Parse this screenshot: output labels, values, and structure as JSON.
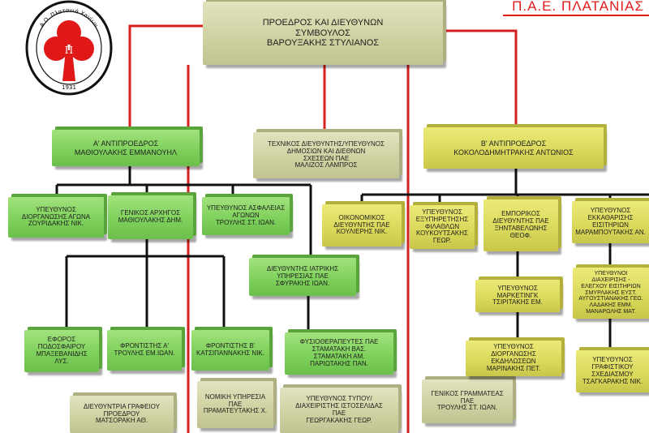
{
  "brand": {
    "title": "Π.Α.Ε. ΠΛΑΤΑΝΙΑΣ",
    "logo_arc_text": "Α.Ο. Πλατανιά Χανίων",
    "logo_year": "1931"
  },
  "colors": {
    "connector_red": "#d42020",
    "connector_black": "#111111",
    "green_box": "#7ccf5a",
    "olive_box": "#d9d85a",
    "khaki_box": "#cfd0a0",
    "brand_red": "#e41b1b"
  },
  "nodes": {
    "president": "ΠΡΟΕΔΡΟΣ ΚΑΙ ΔΙΕΥΘΥΝΩΝ\nΣΥΜΒΟΥΛΟΣ\nΒΑΡΟΥΞΑΚΗΣ ΣΤΥΛΙΑΝΟΣ",
    "vp_a": "Α' ΑΝΤΙΠΡΟΕΔΡΟΣ\nΜΑΘΙΟΥΛΑΚΗΣ ΕΜΜΑΝΟΥΗΛ",
    "technical_director": "ΤΕΧΝΙΚΟΣ ΔΙΕΥΘΥΝΤΗΣ/ΥΠΕΥΘΥΝΟΣ\nΔΗΜΟΣΙΩΝ ΚΑΙ ΔΙΕΘΝΩΝ\nΣΧΕΣΕΩΝ ΠΑΕ\nΜΑΛΙΖΟΣ ΛΑΜΠΡΟΣ",
    "vp_b": "Β' ΑΝΤΙΠΡΟΕΔΡΟΣ\nΚΟΚΟΛΟΔΗΜΗΤΡΑΚΗΣ ΑΝΤΩΝΙΟΣ",
    "match_org": "ΥΠΕΥΘΥΝΟΣ\nΔΙΟΡΓΑΝΩΣΗΣ ΑΓΩΝΑ\nΖΟΥΡΙΔΑΚΗΣ ΝΙΚ.",
    "general_captain": "ΓΕΝΙΚΟΣ ΑΡΧΗΓΟΣ\nΜΑΘΙΟΥΛΑΚΗΣ ΔΗΜ.",
    "match_security": "ΥΠΕΥΘΥΝΟΣ ΑΣΦΑΛΕΙΑΣ\nΑΓΩΝΩΝ\nΤΡΟΥΛΗΣ ΣΤ. ΙΩΑΝ.",
    "medical_director": "ΔΙΕΥΘΥΝΤΗΣ ΙΑΤΡΙΚΗΣ\nΥΠΗΡΕΣΙΑΣ ΠΑΕ\nΣΦΥΡΑΚΗΣ ΙΩΑΝ.",
    "football_ephor": "ΕΦΟΡΟΣ\nΠΟΔΟΣΦΑΙΡΟΥ\nΜΠΑΞΕΒΑΝΙΔΗΣ\nΛΥΣ.",
    "caretaker_a": "ΦΡΟΝΤΙΣΤΗΣ Α'\nΤΡΟΥΛΗΣ ΕΜ.ΙΩΑΝ.",
    "caretaker_b": "ΦΡΟΝΤΙΣΤΗΣ Β'\nΚΑΤΣΙΠΑΝΝΑΚΗΣ ΝΙΚ.",
    "physio": "ΦΥΣΙΟΘΕΡΑΠΕΥΤΕΣ ΠΑΕ\nΣΤΑΜΑΤΑΚΗ ΒΑΣ.\nΣΤΑΜΑΤΑΚΗ ΑΜ.\nΠΑΡΙΩΤΑΚΗΣ ΠΑΝ.",
    "office_director": "ΔΙΕΥΘΥΝΤΡΙΑ ΓΡΑΦΕΙΟΥ\nΠΡΟΕΔΡΟΥ\nΜΑΤΣΟΡΑΚΗ ΑΘ.",
    "legal": "ΝΟΜΙΚΗ ΥΠΗΡΕΣΙΑ\nΠΑΕ\nΠΡΑΜΑΤΕΥΤΑΚΗΣ Χ.",
    "press": "ΥΠΕΥΘΥΝΟΣ ΤΥΠΟΥ/\nΔΙΑΧΕΙΡΙΣΤΗΣ ΙΣΤΟΣΕΛΙΔΑΣ\nΠΑΕ\nΓΕΩΡΓΑΚΑΚΗΣ ΓΕΩΡ.",
    "general_secretary": "ΓΕΝΙΚΟΣ ΓΡΑΜΜΑΤΕΑΣ\nΠΑΕ\nΤΡΟΥΛΗΣ ΣΤ. ΙΩΑΝ.",
    "finance": "ΟΙΚΟΝΟΜΙΚΟΣ\nΔΙΕΥΘΥΝΤΗΣ ΠΑΕ\nΚΟΥΛΙΕΡΗΣ ΝΙΚ.",
    "fan_service": "ΥΠΕΥΘΥΝΟΣ\nΕΞΥΠΗΡΕΤΗΣΗΣ\nΦΙΛΑΘΛΩΝ\nΚΟΥΚΟΥΤΣΑΚΗΣ\nΓΕΩΡ.",
    "commercial": "ΕΜΠΟΡΙΚΟΣ\nΔΙΕΥΘΥΝΤΗΣ ΠΑΕ\nΞΗΝΤΑΒΕΛΩΝΗΣ\nΘΕΟΦ.",
    "ticket_clearing": "ΥΠΕΥΘΥΝΟΣ\nΕΚΚΑΘΑΡΙΣΗΣ\nΕΙΣΙΤΗΡΙΩΝ\nΜΑΡΑΜΠΟΥΤΑΚΗΣ ΑΝ.",
    "marketing": "ΥΠΕΥΘΥΝΟΣ\nΜΑΡΚΕΤΙΝΓΚ\nΤΣΙΡΙΤΑΚΗΣ ΕΜ.",
    "ticket_control": "ΥΠΕΥΘΥΝΟΙ\nΔΙΑΧΕΙΡΙΣΗΣ -\nΕΛΕΓΧΟΥ ΕΙΣΙΤΗΡΙΩΝ\nΣΜΥΡΛΑΚΗΣ ΕΥΣΤ.\nΑΥΓΟΥΣΤΙΑΝΑΚΗΣ ΓΕΩ.\nΛΑΔΑΚΗΣ ΕΜΜ.\nΜΑΝΑΡΩΛΗΣ ΜΑΤ.",
    "events_org": "ΥΠΕΥΘΥΝΟΣ\nΔΙΟΡΓΑΝΩΣΗΣ\nΕΚΔΗΛΩΣΕΩΝ\nΜΑΡΙΝΑΚΗΣ ΠΕΤ.",
    "graphic_design": "ΥΠΕΥΘΥΝΟΣ\nΓΡΑΦΙΣΤΙΚΟΥ\nΣΧΕΔΙΑΣΜΟΥ\nΤΣΑΓΚΑΡΑΚΗΣ ΝΙΚ."
  }
}
